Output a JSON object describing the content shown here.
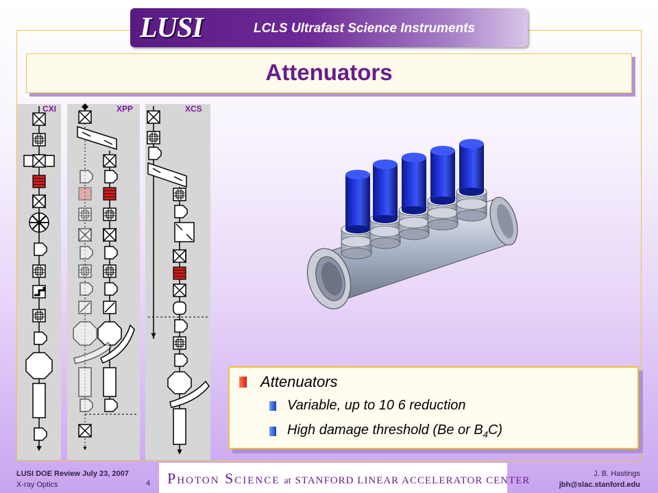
{
  "banner": {
    "logo": "LUSI",
    "subtitle": "LCLS Ultrafast Science Instruments"
  },
  "slide": {
    "title": "Attenuators"
  },
  "diagram": {
    "columns": [
      "CXI",
      "XPP",
      "XCS"
    ]
  },
  "bullets": {
    "main": "Attenuators",
    "sub1": "Variable, up to 10 6  reduction",
    "sub2_prefix": "High damage threshold (Be or B",
    "sub2_subscript": "4",
    "sub2_suffix": "C)"
  },
  "footer": {
    "left_line1": "LUSI DOE Review July 23, 2007",
    "left_line2": "X-ray Optics",
    "page_number": "4",
    "center_photon": "Photon Science",
    "center_at": "at",
    "center_slac": "STANFORD LINEAR ACCELERATOR CENTER",
    "right_line1": "J. B. Hastings",
    "right_line2": "jbh@slac.stanford.edu"
  },
  "colors": {
    "accent": "#6a1b8a",
    "red_element": "#cc1f1f",
    "blue_cylinder": "#1d2fc9"
  }
}
